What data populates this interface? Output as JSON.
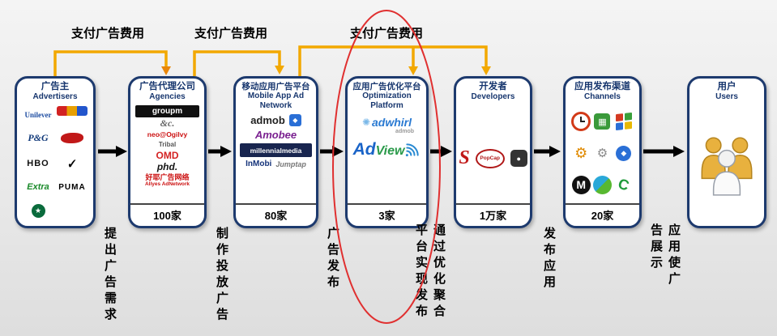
{
  "colors": {
    "box_border": "#1d3a6e",
    "header_text": "#17366e",
    "payment_arrow": "#f2a800",
    "flow_arrow": "#000000",
    "highlight_ellipse": "#e03030"
  },
  "payment_labels": [
    "支付广告费用",
    "支付广告费用",
    "支付广告费用"
  ],
  "flow_steps": [
    "提出广告需求",
    "制作投放广告",
    "广告发布",
    "通过优化聚合平台实现发布",
    "发布应用",
    "应用使广告展示"
  ],
  "boxes": [
    {
      "title_cn": "广告主",
      "title_en": "Advertisers",
      "logos": [
        {
          "name": "unilever-logo",
          "label": "Unilever"
        },
        {
          "name": "multicolor-brand-logo",
          "label": ""
        },
        {
          "name": "pg-logo",
          "label": "P&G"
        },
        {
          "name": "red-brand-logo",
          "label": ""
        },
        {
          "name": "hbo-logo",
          "label": "HBO"
        },
        {
          "name": "nike-swoosh-logo",
          "label": "✔"
        },
        {
          "name": "extra-logo",
          "label": "Extra"
        },
        {
          "name": "puma-logo",
          "label": "PUMA"
        },
        {
          "name": "starbucks-logo",
          "label": "★"
        }
      ]
    },
    {
      "title_cn": "广告代理公司",
      "title_en": "Agencies",
      "count": "100家",
      "logos": [
        {
          "name": "groupm-logo",
          "label": "groupm"
        },
        {
          "name": "andc-logo",
          "label": "&c."
        },
        {
          "name": "neo-ogilvy-logo",
          "label": "neo@Ogilvy"
        },
        {
          "name": "tribal-logo",
          "label": "Tribal"
        },
        {
          "name": "omd-logo",
          "label": "OMD"
        },
        {
          "name": "phd-logo",
          "label": "phd."
        },
        {
          "name": "allyes-logo",
          "label": "好耶广告网络",
          "sublabel": "Allyes AdNetwork"
        }
      ]
    },
    {
      "title_cn": "移动应用广告平台",
      "title_en": "Mobile App Ad Network",
      "count": "80家",
      "logos": [
        {
          "name": "admob-logo",
          "label": "admob"
        },
        {
          "name": "blue-app-icon",
          "label": "◆"
        },
        {
          "name": "amobee-logo",
          "label": "Amobee"
        },
        {
          "name": "millennialmedia-logo",
          "label": "millennialmedia"
        },
        {
          "name": "inmobi-logo",
          "label": "InMobi"
        },
        {
          "name": "jumptap-logo",
          "label": "Jumptap"
        }
      ]
    },
    {
      "title_cn": "应用广告优化平台",
      "title_en": "Optimization Platform",
      "count": "3家",
      "logos": [
        {
          "name": "adwhirl-logo",
          "swirl": "✺",
          "label": "adwhirl",
          "sublabel": "admob"
        },
        {
          "name": "adview-logo",
          "label_ad": "Ad",
          "label_view": "View"
        }
      ]
    },
    {
      "title_cn": "开发者",
      "title_en": "Developers",
      "count": "1万家",
      "logos": [
        {
          "name": "dev-logo-red",
          "label": "S"
        },
        {
          "name": "popcap-logo",
          "label": "PopCap"
        },
        {
          "name": "dev-logo-dark",
          "label": "●"
        }
      ]
    },
    {
      "title_cn": "应用发布渠道",
      "title_en": "Channels",
      "count": "20家",
      "logos": [
        {
          "name": "clock-icon",
          "label": ""
        },
        {
          "name": "apps-grid-icon",
          "label": "▦"
        },
        {
          "name": "windows-flag-icon",
          "label": ""
        },
        {
          "name": "gear-icon",
          "label": "⚙"
        },
        {
          "name": "gear-icon-2",
          "label": "⚙"
        },
        {
          "name": "compass-icon",
          "label": "◆"
        },
        {
          "name": "motorola-logo",
          "label": "M"
        },
        {
          "name": "china-mobile-logo",
          "label": ""
        },
        {
          "name": "green-swirl-icon",
          "label": "C"
        }
      ]
    },
    {
      "title_cn": "用户",
      "title_en": "Users"
    }
  ]
}
